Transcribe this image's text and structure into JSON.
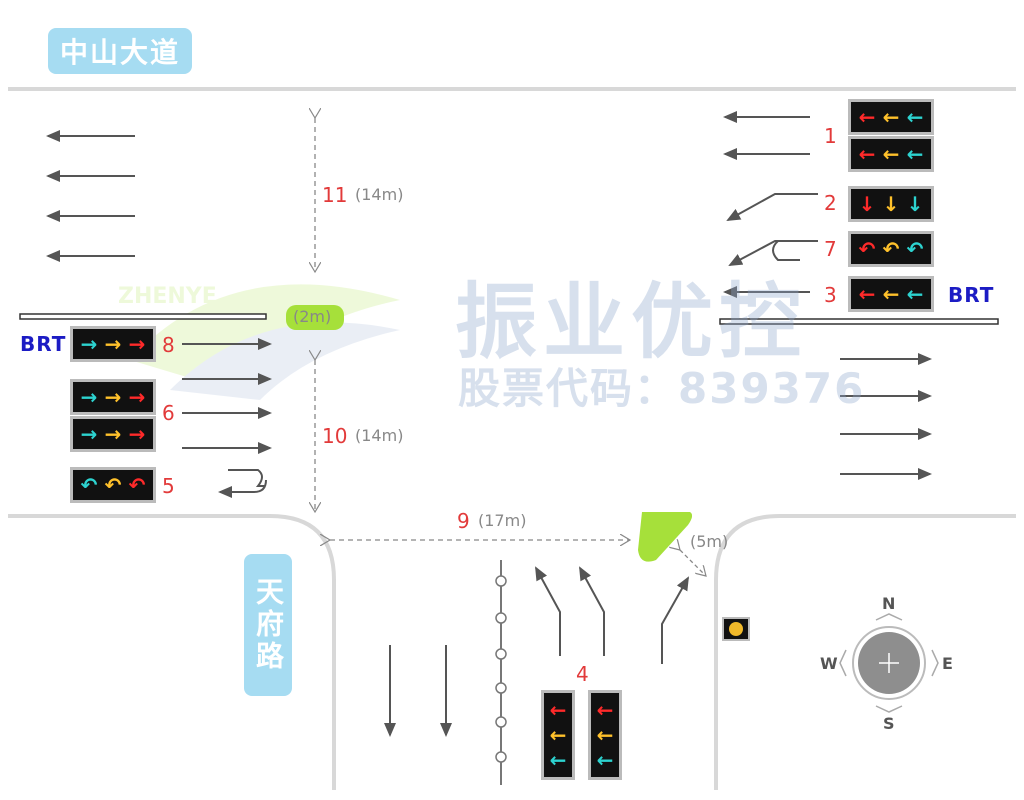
{
  "roads": {
    "east_west": "中山大道",
    "north_south": "天府路"
  },
  "watermark": {
    "company": "振业优控",
    "stock": "股票代码：839376",
    "logo_text": "ZHENYE"
  },
  "brt_label": "BRT",
  "colors": {
    "road_line": "#d8d8d8",
    "arrow": "#555555",
    "label_bg": "#a6dcf2",
    "phase_number": "#e23a3a",
    "island": "#a6e03a",
    "brt": "#1c1cc4"
  },
  "signals": [
    {
      "number": "1",
      "lamps": [
        {
          "glyph": "←",
          "color": "red"
        },
        {
          "glyph": "←",
          "color": "yellow"
        },
        {
          "glyph": "←",
          "color": "cyan"
        }
      ]
    },
    {
      "number": "1",
      "lamps": [
        {
          "glyph": "←",
          "color": "red"
        },
        {
          "glyph": "←",
          "color": "yellow"
        },
        {
          "glyph": "←",
          "color": "cyan"
        }
      ]
    },
    {
      "number": "2",
      "lamps": [
        {
          "glyph": "↓",
          "color": "red"
        },
        {
          "glyph": "↓",
          "color": "yellow"
        },
        {
          "glyph": "↓",
          "color": "cyan"
        }
      ]
    },
    {
      "number": "7",
      "lamps": [
        {
          "glyph": "↶",
          "color": "red"
        },
        {
          "glyph": "↶",
          "color": "yellow"
        },
        {
          "glyph": "↶",
          "color": "cyan"
        }
      ]
    },
    {
      "number": "3",
      "lamps": [
        {
          "glyph": "←",
          "color": "red"
        },
        {
          "glyph": "←",
          "color": "yellow"
        },
        {
          "glyph": "←",
          "color": "cyan"
        }
      ]
    },
    {
      "number": "8",
      "lamps": [
        {
          "glyph": "→",
          "color": "cyan"
        },
        {
          "glyph": "→",
          "color": "yellow"
        },
        {
          "glyph": "→",
          "color": "red"
        }
      ]
    },
    {
      "number": "6",
      "lamps": [
        {
          "glyph": "→",
          "color": "cyan"
        },
        {
          "glyph": "→",
          "color": "yellow"
        },
        {
          "glyph": "→",
          "color": "red"
        }
      ]
    },
    {
      "number": "6",
      "lamps": [
        {
          "glyph": "→",
          "color": "cyan"
        },
        {
          "glyph": "→",
          "color": "yellow"
        },
        {
          "glyph": "→",
          "color": "red"
        }
      ]
    },
    {
      "number": "5",
      "lamps": [
        {
          "glyph": "↶",
          "color": "cyan"
        },
        {
          "glyph": "↶",
          "color": "yellow"
        },
        {
          "glyph": "↶",
          "color": "red"
        }
      ]
    },
    {
      "number": "4",
      "lamps": [
        {
          "glyph": "←",
          "color": "red"
        },
        {
          "glyph": "←",
          "color": "yellow"
        },
        {
          "glyph": "←",
          "color": "cyan"
        }
      ]
    },
    {
      "number": "4",
      "lamps": [
        {
          "glyph": "←",
          "color": "red"
        },
        {
          "glyph": "←",
          "color": "yellow"
        },
        {
          "glyph": "←",
          "color": "cyan"
        }
      ]
    }
  ],
  "phase_labels": {
    "p1": "1",
    "p2": "2",
    "p7": "7",
    "p3": "3",
    "p8": "8",
    "p6": "6",
    "p5": "5",
    "p4": "4"
  },
  "crossings": {
    "north_num": "11",
    "north_dist": "(14m)",
    "south_num": "10",
    "south_dist": "(14m)",
    "east_num": "9",
    "east_dist": "(17m)",
    "island_dist": "(2m)",
    "corner_dist": "(5m)"
  },
  "compass": {
    "n": "N",
    "s": "S",
    "e": "E",
    "w": "W"
  }
}
